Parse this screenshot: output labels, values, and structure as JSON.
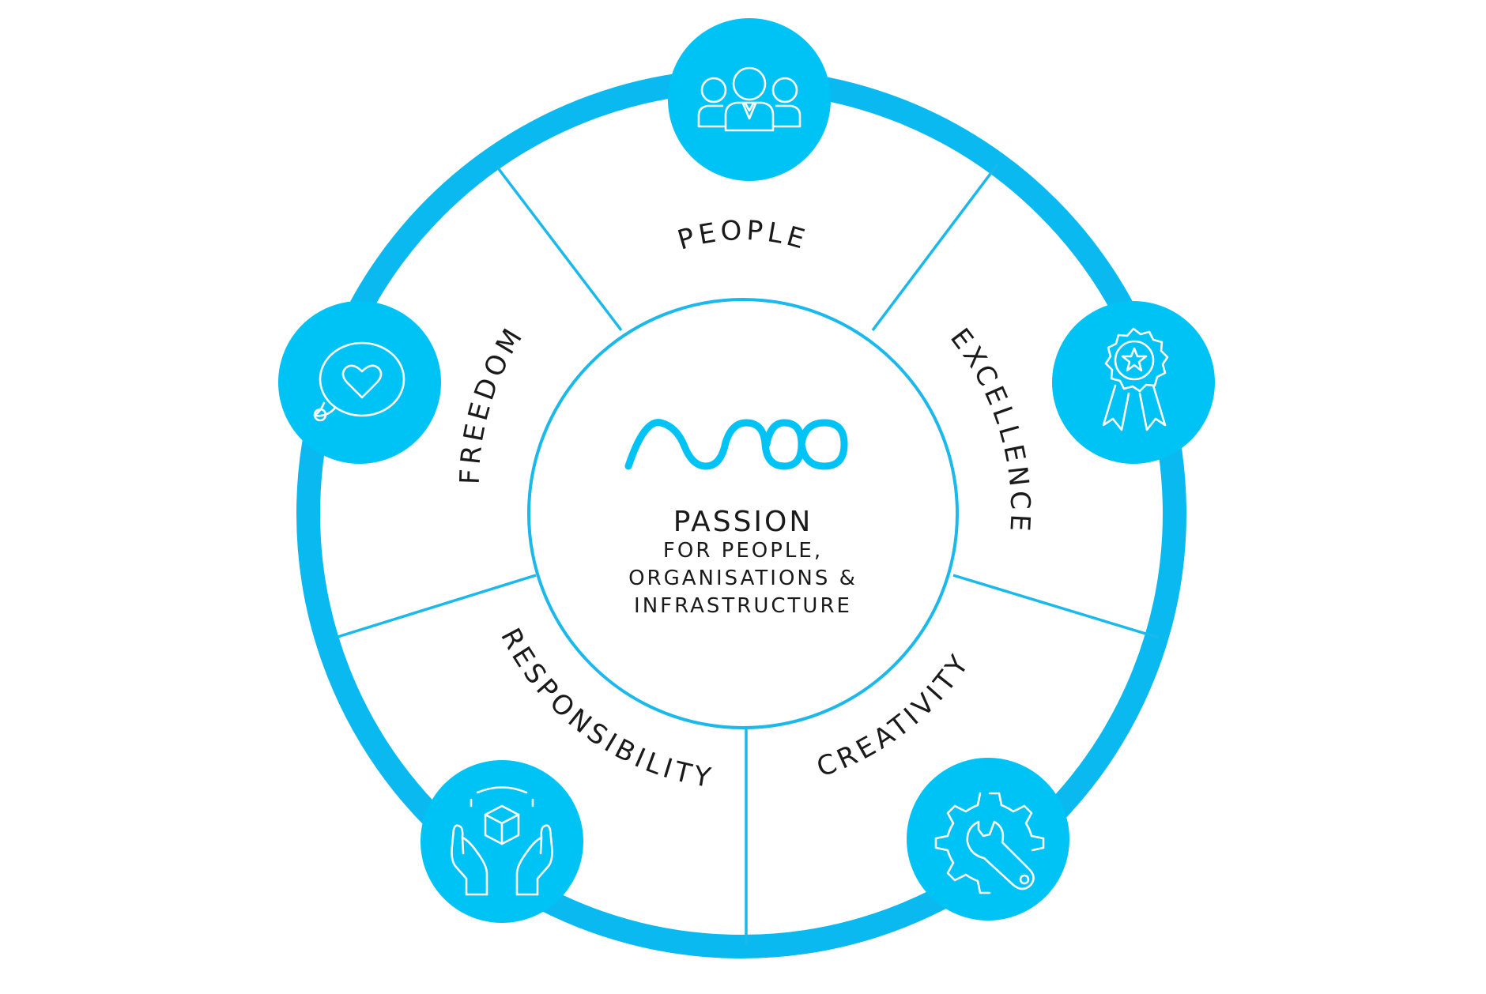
{
  "colors": {
    "accent": "#00c3f5",
    "ring": "#0ab9ef",
    "divider": "#1bb8ec",
    "text": "#1a1a1a",
    "background": "#ffffff"
  },
  "center": {
    "logo_icon": "wave-loop-logo-icon",
    "title": "PASSION",
    "lines": [
      "FOR PEOPLE,",
      "ORGANISATIONS &",
      "INFRASTRUCTURE"
    ]
  },
  "values": [
    {
      "label": "PEOPLE",
      "icon": "team-people-icon"
    },
    {
      "label": "EXCELLENCE",
      "icon": "award-ribbon-star-icon"
    },
    {
      "label": "CREATIVITY",
      "icon": "gear-wrench-icon"
    },
    {
      "label": "RESPONSIBILITY",
      "icon": "hands-holding-box-icon"
    },
    {
      "label": "FREEDOM",
      "icon": "heart-speech-bubble-icon"
    }
  ]
}
